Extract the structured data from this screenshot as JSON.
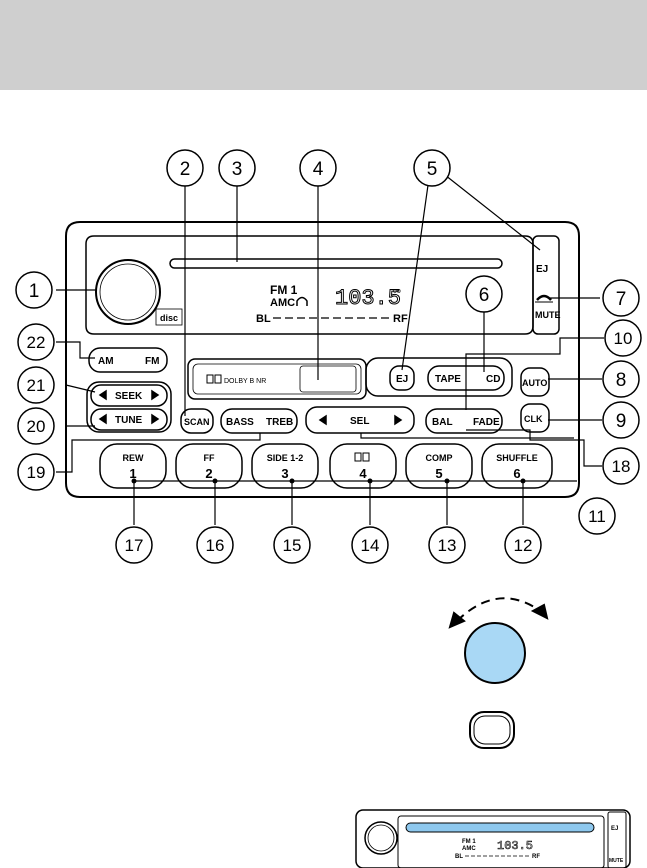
{
  "radio": {
    "display": {
      "band": "FM 1",
      "amc": "AMC",
      "frequency": "103.5",
      "balance_left": "BL",
      "balance_right": "RF",
      "dolby_label": "DOLBY B NR"
    },
    "buttons": {
      "eject_cd": "EJ",
      "eject_tape": "EJ",
      "mute": "MUTE",
      "am": "AM",
      "fm": "FM",
      "seek": "SEEK",
      "tune": "TUNE",
      "scan": "SCAN",
      "bass": "BASS",
      "treb": "TREB",
      "sel": "SEL",
      "bal": "BAL",
      "fade": "FADE",
      "tape": "TAPE",
      "cd": "CD",
      "auto": "AUTO",
      "clk": "CLK"
    },
    "presets": [
      {
        "label": "REW",
        "number": "1"
      },
      {
        "label": "FF",
        "number": "2"
      },
      {
        "label": "SIDE 1-2",
        "number": "3"
      },
      {
        "label": "",
        "number": "4"
      },
      {
        "label": "COMP",
        "number": "5"
      },
      {
        "label": "SHUFFLE",
        "number": "6"
      }
    ]
  },
  "callouts": [
    "1",
    "2",
    "3",
    "4",
    "5",
    "6",
    "7",
    "8",
    "9",
    "10",
    "11",
    "12",
    "13",
    "14",
    "15",
    "16",
    "17",
    "18",
    "19",
    "20",
    "21",
    "22"
  ],
  "thumbnail": {
    "band": "FM 1",
    "amc": "AMC",
    "frequency": "103.5",
    "balance_left": "BL",
    "balance_right": "RF",
    "eject": "EJ",
    "mute": "MUTE"
  },
  "colors": {
    "header": "#cfcfcf",
    "knob_highlight": "#a9d8f5",
    "slot_highlight": "#8ec8ee",
    "line": "#000000"
  },
  "icons": [
    "cd-logo-icon",
    "dolby-icon",
    "mute-icon",
    "rotate-arrows-icon",
    "headphone-icon"
  ]
}
